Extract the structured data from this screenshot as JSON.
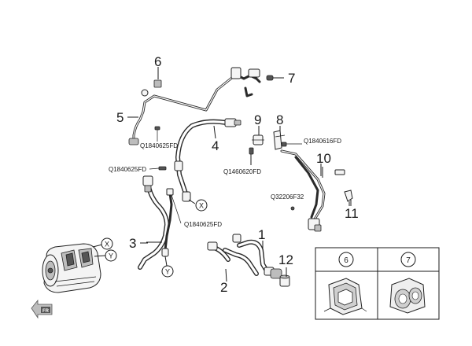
{
  "callouts": {
    "c1": "1",
    "c2": "2",
    "c3": "3",
    "c4": "4",
    "c5": "5",
    "c6": "6",
    "c7": "7",
    "c8": "8",
    "c9": "9",
    "c10": "10",
    "c11": "11",
    "c12": "12"
  },
  "part_codes": {
    "q_5": "Q1840625FD",
    "q_3_top": "Q1840625FD",
    "q_3_right": "Q1840625FD",
    "q_8": "Q1840616FD",
    "q_9": "Q1460620FD",
    "q_11": "Q32206F32"
  },
  "connectors": {
    "x_hose4": "X",
    "x_compressor": "X",
    "y_compressor": "Y",
    "y_hose3": "Y"
  },
  "detail_table": {
    "header_left": "6",
    "header_right": "7"
  },
  "front_marker": "FR"
}
